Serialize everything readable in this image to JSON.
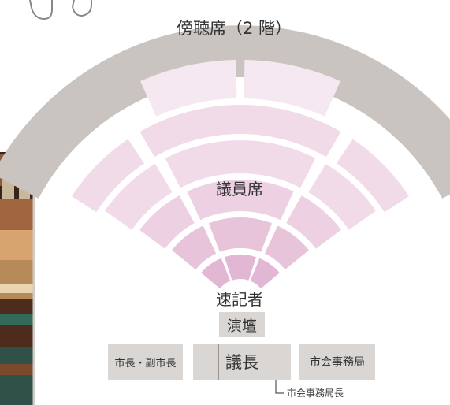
{
  "gallery": {
    "label": "傍聴席（2 階）"
  },
  "members": {
    "label": "議員席"
  },
  "stenographer": {
    "label": "速記者"
  },
  "podium": {
    "label": "演壇"
  },
  "front_row": {
    "mayor": "市長・副市長",
    "chair": "議長",
    "secretariat": "市会事務局"
  },
  "callout": {
    "label": "市会事務局長"
  },
  "colors": {
    "gallery_band": "#c9c4c0",
    "seat_row_1": "#f6e8f1",
    "seat_row_2": "#f1dbe9",
    "seat_row_3": "#edd0e2",
    "seat_row_4": "#e8c4db",
    "seat_row_5": "#e2b7d3",
    "box": "#d9d6d3"
  },
  "icons": [
    "character-paw-icon",
    "chamber-photo"
  ]
}
